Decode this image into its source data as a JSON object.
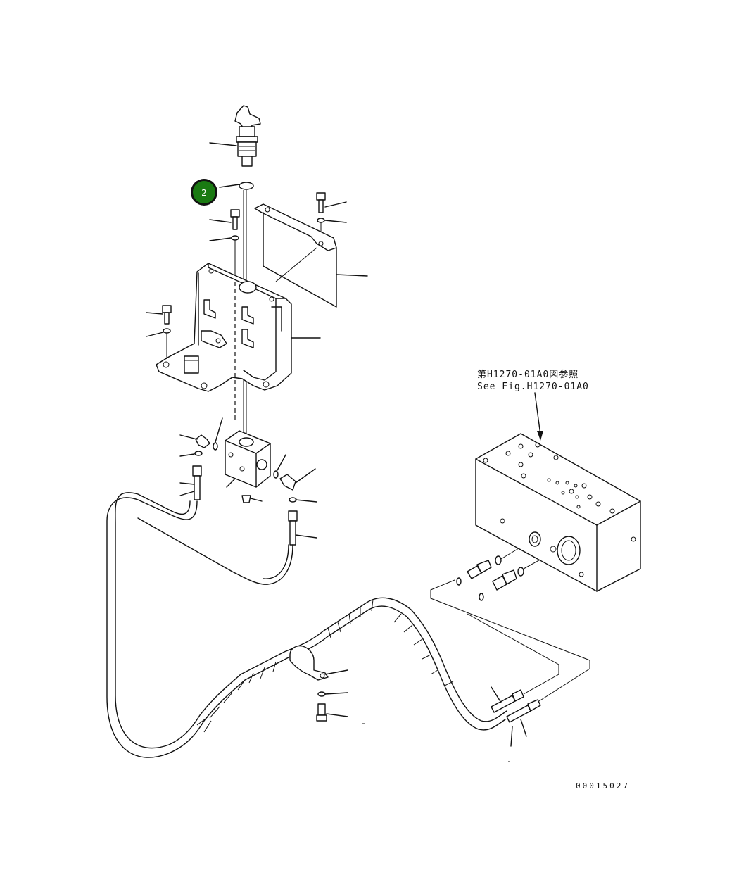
{
  "reference_note": {
    "line1": "第H1270-01A0図参照",
    "line2": "See Fig.H1270-01A0"
  },
  "highlighted_part": {
    "number": "2",
    "color": "#1a7a12"
  },
  "drawing_code": "00015027"
}
